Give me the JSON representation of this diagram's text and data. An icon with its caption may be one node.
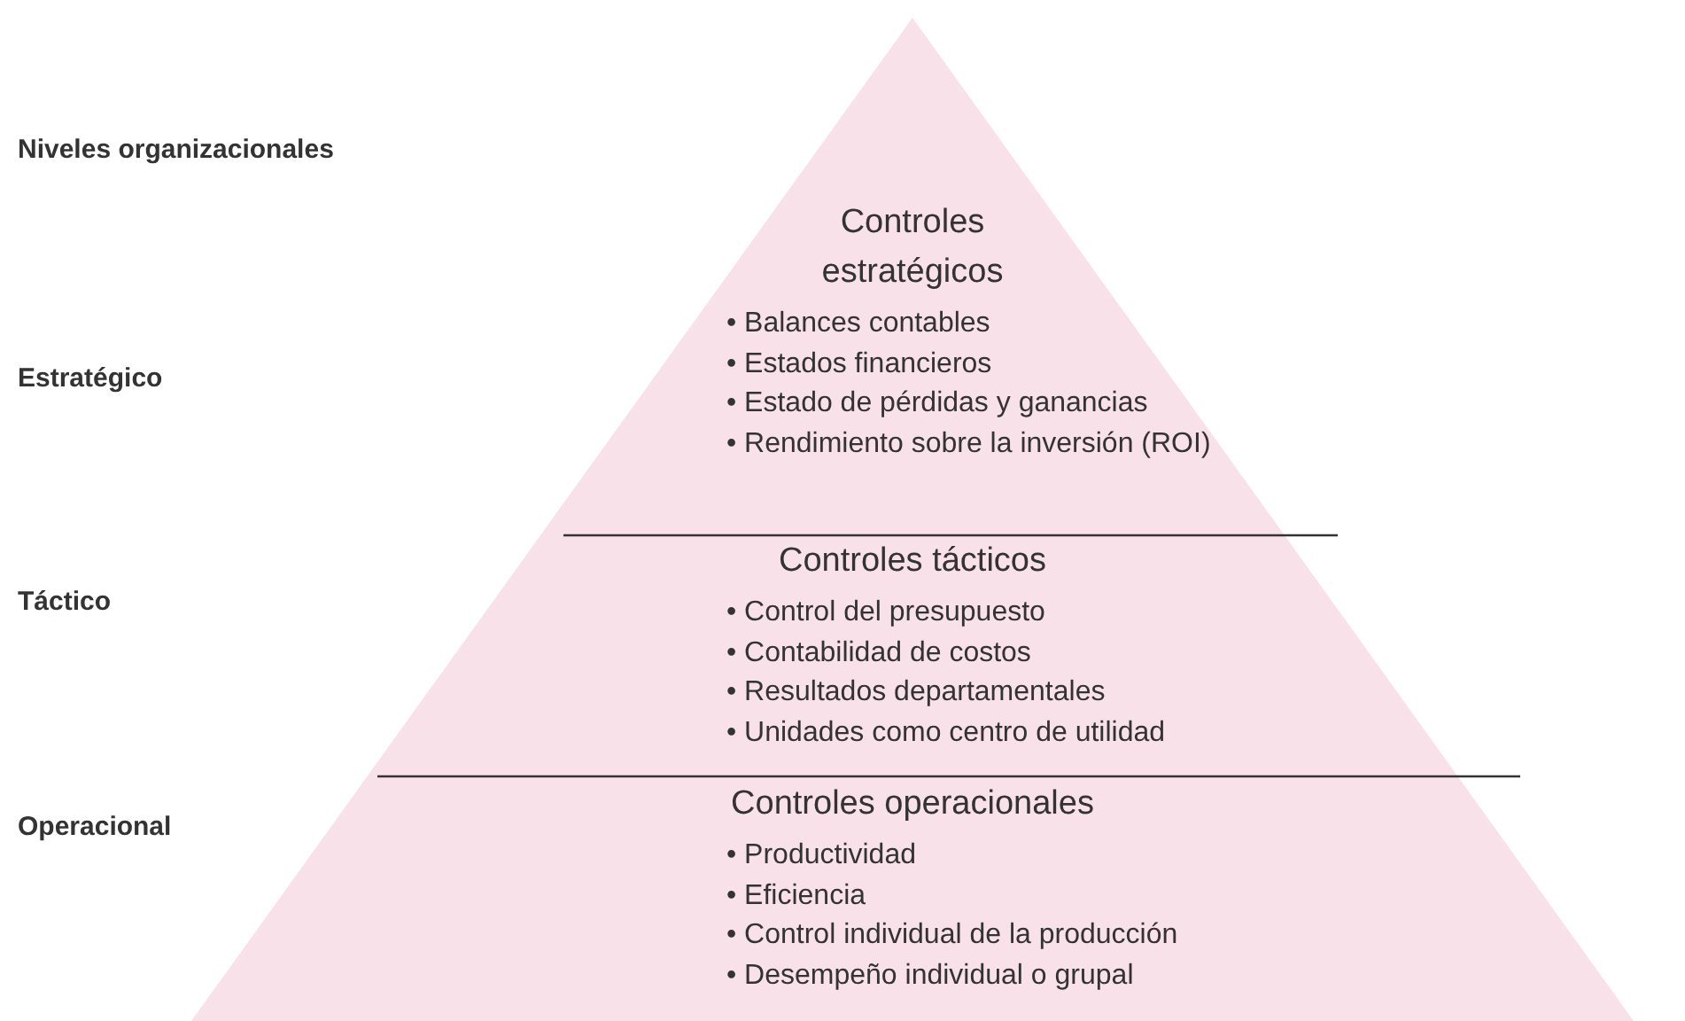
{
  "diagram": {
    "nodes": [
      {
        "text": [
          "Controles estratégicos",
          "• Balances contables",
          "• Estados financieros",
          "• Estado de pérdidas y ganancias",
          "• Rendimiento sobre la inversión (ROI)"
        ]
      },
      {
        "text": [
          "Controles tácticos",
          "• Control del presupuesto",
          "• Contabilidad de costos",
          "• Resultados departamentales",
          "• Unidades como centro de utilidad"
        ]
      },
      {
        "text": [
          "Controles operacionales",
          "• Productividad",
          "• Eficiencia",
          "• Control individual de la producción",
          "• Desempeño individual o grupal"
        ]
      }
    ],
    "labels": [
      "Niveles organizacionales",
      "Estratégico",
      "Táctico",
      "Operacional"
    ]
  }
}
